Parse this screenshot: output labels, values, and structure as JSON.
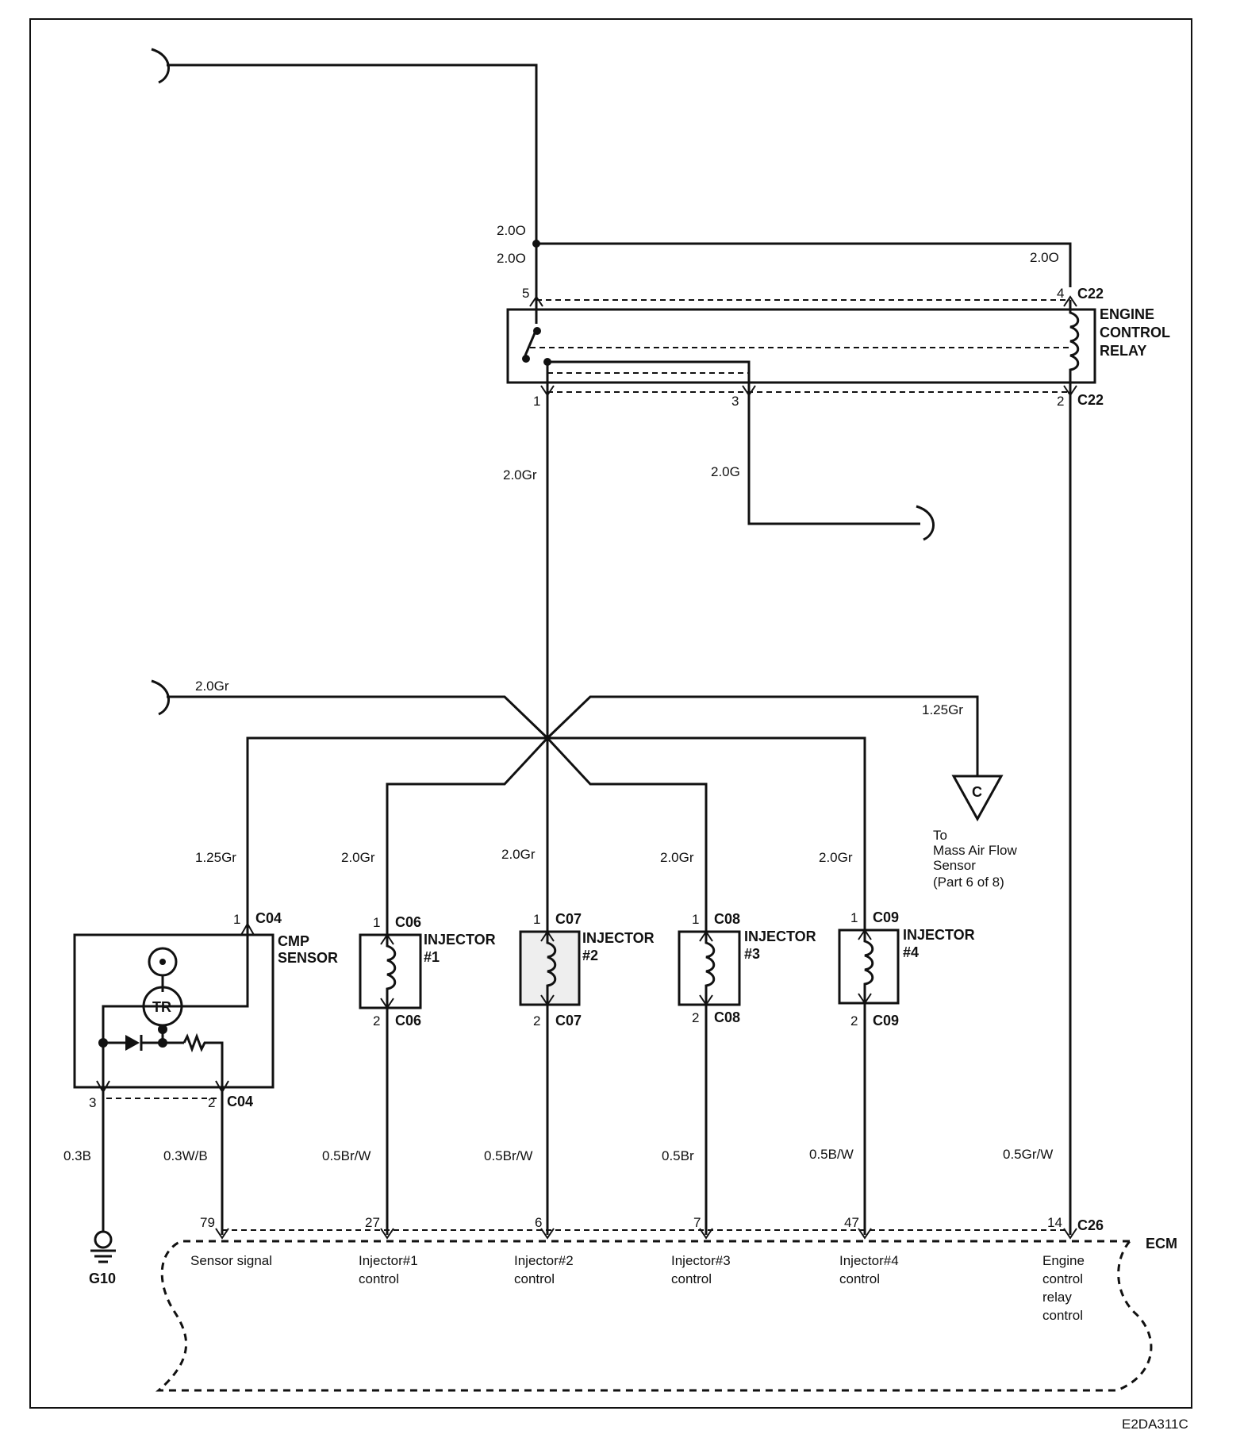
{
  "relay": {
    "title": [
      "ENGINE",
      "CONTROL",
      "RELAY"
    ],
    "connector_top": "C22",
    "connector_bottom": "C22",
    "pin_5": "5",
    "pin_4": "4",
    "pin_1": "1",
    "pin_3": "3",
    "pin_2": "2"
  },
  "wires": {
    "feed_top_a": "2.0O",
    "feed_top_b": "2.0O",
    "feed_right": "2.0O",
    "relay_out_1": "2.0Gr",
    "relay_out_3": "2.0G",
    "splice_left": "2.0Gr",
    "splice_right": "1.25Gr",
    "cmp_feed": "1.25Gr",
    "inj1_feed": "2.0Gr",
    "inj2_feed": "2.0Gr",
    "inj3_feed": "2.0Gr",
    "inj4_feed": "2.0Gr",
    "cmp_ground": "0.3B",
    "cmp_signal": "0.3W/B",
    "inj1_ctrl": "0.5Br/W",
    "inj2_ctrl": "0.5Br/W",
    "inj3_ctrl": "0.5Br",
    "inj4_ctrl": "0.5B/W",
    "relay_ctrl": "0.5Gr/W"
  },
  "mass_air_flow": {
    "ref": "C",
    "text": [
      "To",
      "Mass Air Flow",
      "Sensor"
    ],
    "part": "(Part 6 of 8)"
  },
  "cmp_sensor": {
    "label": [
      "CMP",
      "SENSOR"
    ],
    "connector": "C04",
    "pin_1": "1",
    "pin_2": "2",
    "pin_3": "3",
    "tr_label": "TR"
  },
  "injectors": [
    {
      "name": "INJECTOR",
      "number": "#1",
      "connector": "C06",
      "pin_top": "1",
      "pin_bottom": "2"
    },
    {
      "name": "INJECTOR",
      "number": "#2",
      "connector": "C07",
      "pin_top": "1",
      "pin_bottom": "2"
    },
    {
      "name": "INJECTOR",
      "number": "#3",
      "connector": "C08",
      "pin_top": "1",
      "pin_bottom": "2"
    },
    {
      "name": "INJECTOR",
      "number": "#4",
      "connector": "C09",
      "pin_top": "1",
      "pin_bottom": "2"
    }
  ],
  "ecm": {
    "label": "ECM",
    "connector": "C26",
    "pins": [
      "79",
      "27",
      "6",
      "7",
      "47",
      "14"
    ],
    "functions": [
      [
        "Sensor signal"
      ],
      [
        "Injector#1",
        "control"
      ],
      [
        "Injector#2",
        "control"
      ],
      [
        "Injector#3",
        "control"
      ],
      [
        "Injector#4",
        "control"
      ],
      [
        "Engine",
        "control",
        "relay",
        "control"
      ]
    ]
  },
  "ground": {
    "label": "G10"
  },
  "figure_code": "E2DA311C"
}
